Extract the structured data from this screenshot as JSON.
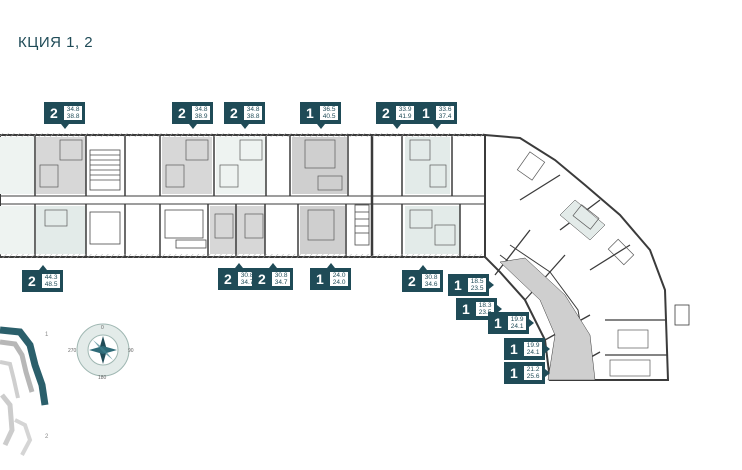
{
  "title": "КЦИЯ 1, 2",
  "colors": {
    "accent": "#1f4b57",
    "wall": "#3b3b3b",
    "hatch": "#9a9a9a",
    "highlight": "#e3ebe9"
  },
  "compass": {
    "labels": [
      "0",
      "90",
      "180",
      "270"
    ]
  },
  "minimap": {
    "sections": [
      "1",
      "2"
    ]
  },
  "apartments": [
    {
      "rooms": "2",
      "a": "34.8",
      "b": "38.8"
    },
    {
      "rooms": "2",
      "a": "34.8",
      "b": "38.9"
    },
    {
      "rooms": "2",
      "a": "34.8",
      "b": "38.8"
    },
    {
      "rooms": "1",
      "a": "36.5",
      "b": "40.5"
    },
    {
      "rooms": "2",
      "a": "33.9",
      "b": "41.9"
    },
    {
      "rooms": "1",
      "a": "33.6",
      "b": "37.4"
    },
    {
      "rooms": "2",
      "a": "44.3",
      "b": "48.5"
    },
    {
      "rooms": "2",
      "a": "30.8",
      "b": "34.7"
    },
    {
      "rooms": "2",
      "a": "30.8",
      "b": "34.7"
    },
    {
      "rooms": "1",
      "a": "24.0",
      "b": "24.0"
    },
    {
      "rooms": "2",
      "a": "30.8",
      "b": "34.6"
    },
    {
      "rooms": "1",
      "a": "18.5",
      "b": "23.5"
    },
    {
      "rooms": "1",
      "a": "18.3",
      "b": "23.5"
    },
    {
      "rooms": "1",
      "a": "19.9",
      "b": "24.1"
    },
    {
      "rooms": "1",
      "a": "19.9",
      "b": "24.1"
    },
    {
      "rooms": "1",
      "a": "21.2",
      "b": "25.6"
    }
  ]
}
